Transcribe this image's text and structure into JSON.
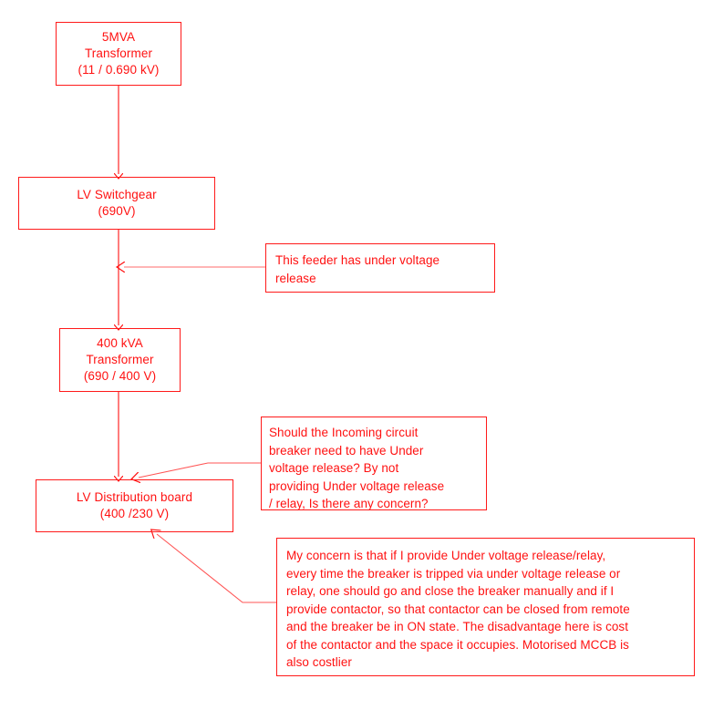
{
  "diagram": {
    "title": "Electrical single line diagram with annotations",
    "accent_color": "#ff1111",
    "border_color": "#ff1a1a",
    "background_color": "#ffffff",
    "nodes": [
      {
        "id": "5mva-transformer",
        "label": "5MVA\nTransformer\n(11 / 0.690 kV)"
      },
      {
        "id": "lv-switchgear",
        "label": "LV Switchgear\n(690V)"
      },
      {
        "id": "400kva-transformer",
        "label": "400 kVA\nTransformer\n(690 / 400 V)"
      },
      {
        "id": "lv-distribution",
        "label": "LV Distribution board\n(400 /230 V)"
      }
    ],
    "notes": [
      {
        "id": "feeder-uv",
        "text": "This feeder has under voltage\nrelease"
      },
      {
        "id": "incoming-cb",
        "text": "Should the Incoming circuit\nbreaker need to have Under\nvoltage release? By not\nproviding Under voltage release\n/ relay, Is there any concern?"
      },
      {
        "id": "concern",
        "text": "My concern is that if I provide Under voltage release/relay,\nevery time the breaker is tripped via under voltage release or\nrelay, one should go and close the breaker manually and if I\nprovide contactor, so that contactor can be closed from remote\nand the breaker be in ON state. The disadvantage here is cost\nof the contactor and  the space it occupies. Motorised MCCB is\nalso costlier"
      }
    ],
    "connectors": [
      {
        "id": "transformer-to-switchgear",
        "kind": "power-flow-arrow",
        "from": "5mva-transformer",
        "to": "lv-switchgear"
      },
      {
        "id": "switchgear-to-400kva",
        "kind": "power-flow-arrow",
        "from": "lv-switchgear",
        "to": "400kva-transformer"
      },
      {
        "id": "400kva-to-distribution",
        "kind": "power-flow-arrow",
        "from": "400kva-transformer",
        "to": "lv-distribution"
      },
      {
        "id": "feeder-uv-leader",
        "kind": "annotation-leader",
        "from": "feeder-uv",
        "to": "switchgear-to-400kva"
      },
      {
        "id": "incoming-cb-leader",
        "kind": "annotation-leader",
        "from": "incoming-cb",
        "to": "lv-distribution"
      },
      {
        "id": "concern-leader",
        "kind": "annotation-leader",
        "from": "concern",
        "to": "lv-distribution"
      }
    ]
  }
}
